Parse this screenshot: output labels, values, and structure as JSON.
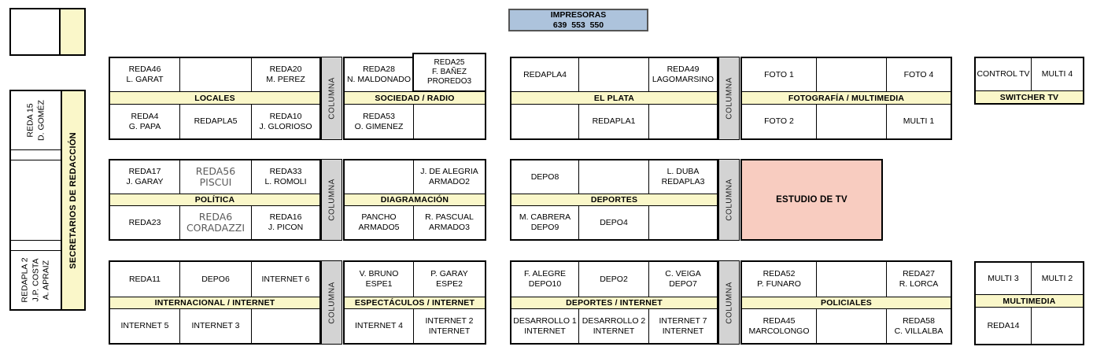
{
  "columna": "COLUMNA",
  "estudio_label": "ESTUDIO DE TV",
  "impresoras": {
    "title": "IMPRESORAS",
    "numbers": "639  553  550"
  },
  "left_panel": {
    "secretaries": "SECRETARIOS DE REDACCIÓN",
    "desk_top": "REDA 15\nD. GOMÉZ",
    "desk_bottom": "REDAPLA 2\nJ.P. COSTA\nA. APRAIZ"
  },
  "colors": {
    "header_yellow": "#faf7c9",
    "column_gray": "#d3d3d3",
    "studio_pink": "#f8ccc0",
    "printers_blue": "#adc3dc"
  },
  "tables": {
    "locales": {
      "header": "LOCALES",
      "top": [
        "REDA46\nL. GARAT",
        "",
        "REDA20\nM. PEREZ"
      ],
      "bottom": [
        "REDA4\nG. PAPA",
        "REDAPLA5",
        "REDA10\nJ. GLORIOSO"
      ]
    },
    "sociedad": {
      "header": "SOCIEDAD / RADIO",
      "top": [
        "REDA28\nN. MALDONADO",
        "REDA25\nF. BAÑEZ\nPROREDO3"
      ],
      "bottom": [
        "REDA53\nO. GIMENEZ",
        ""
      ]
    },
    "elplata": {
      "header": "EL PLATA",
      "top": [
        "REDAPLA4",
        "",
        "REDA49\nLAGOMARSINO"
      ],
      "bottom": [
        "",
        "REDAPLA1",
        ""
      ]
    },
    "fotografia": {
      "header": "FOTOGRAFÍA / MULTIMEDIA",
      "top": [
        "FOTO 1",
        "",
        "FOTO 4"
      ],
      "bottom": [
        "FOTO 2",
        "",
        "MULTI 1"
      ]
    },
    "switcher": {
      "header": "SWITCHER TV",
      "top": [
        "CONTROL TV",
        "MULTI 4"
      ]
    },
    "politica": {
      "header": "POLÍTICA",
      "top": [
        "REDA17\nJ. GARAY",
        "REDA56\nPISCUI",
        "REDA33\nL. ROMOLI"
      ],
      "bottom": [
        "REDA23",
        "REDA6\nCORADAZZI",
        "REDA16\nJ. PICON"
      ]
    },
    "diagramacion": {
      "header": "DIAGRAMACIÓN",
      "top": [
        "",
        "J. DE ALEGRIA\nARMADO2"
      ],
      "bottom": [
        "PANCHO\nARMADO5",
        "R. PASCUAL\nARMADO3"
      ]
    },
    "deportes": {
      "header": "DEPORTES",
      "top": [
        "DEPO8",
        "",
        "L. DUBA\nREDAPLA3"
      ],
      "bottom": [
        "M. CABRERA\nDEPO9",
        "DEPO4",
        ""
      ]
    },
    "internacional": {
      "header": "INTERNACIONAL / INTERNET",
      "top": [
        "REDA11",
        "DEPO6",
        "INTERNET 6"
      ],
      "bottom": [
        "INTERNET 5",
        "INTERNET 3",
        ""
      ]
    },
    "espectaculos": {
      "header": "ESPECTÁCULOS / INTERNET",
      "top": [
        "V. BRUNO\nESPE1",
        "P. GARAY\nESPE2"
      ],
      "bottom": [
        "INTERNET 4",
        "INTERNET 2\nINTERNET"
      ]
    },
    "deportes_internet": {
      "header": "DEPORTES / INTERNET",
      "top": [
        "F. ALEGRE\nDEPO10",
        "DEPO2",
        "C. VEIGA\nDEPO7"
      ],
      "bottom": [
        "DESARROLLO 1\nINTERNET",
        "DESARROLLO 2\nINTERNET",
        "INTERNET 7\nINTERNET"
      ]
    },
    "policiales": {
      "header": "POLICIALES",
      "top": [
        "REDA52\nP. FUNARO",
        "",
        "REDA27\nR. LORCA"
      ],
      "bottom": [
        "REDA45\nMARCOLONGO",
        "",
        "REDA58\nC. VILLALBA"
      ]
    },
    "multimedia": {
      "header": "MULTIMEDIA",
      "top": [
        "MULTI 3",
        "MULTI 2"
      ],
      "bottom": [
        "REDA14",
        ""
      ]
    }
  }
}
